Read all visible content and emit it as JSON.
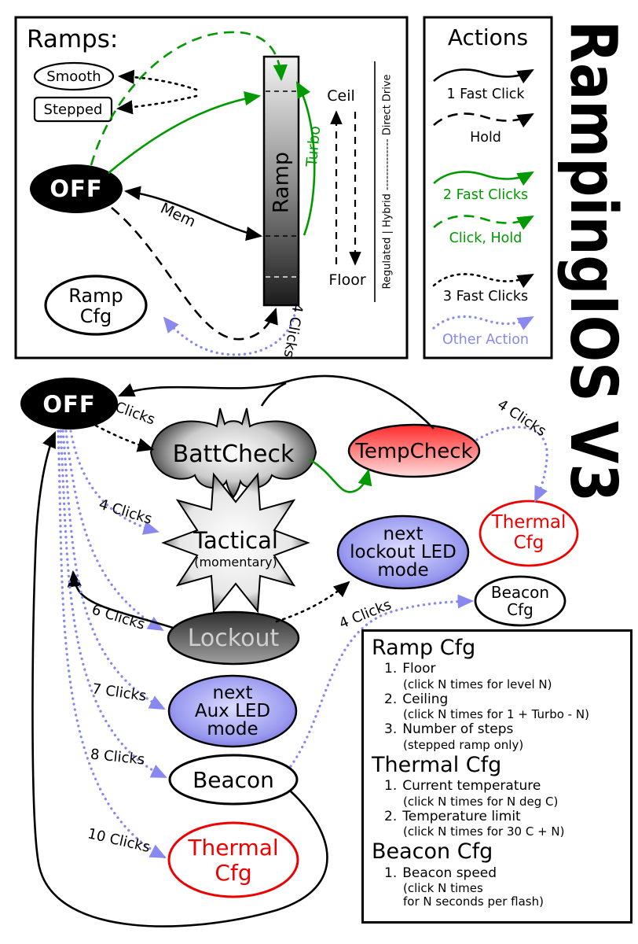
{
  "title": "RampingIOS V3",
  "colors": {
    "green": "#009900",
    "lavender": "#8888ee",
    "red": "#ee0000",
    "black": "#000000"
  },
  "ramps": {
    "title": "Ramps:",
    "smooth": "Smooth",
    "stepped": "Stepped",
    "off": "OFF",
    "bar_label": "Ramp",
    "ceil": "Ceil",
    "floor": "Floor",
    "turbo": "Turbo",
    "mem": "Mem",
    "drive_scale": "Regulated | Hybrid -------------- Direct Drive",
    "ramp_cfg": {
      "line1": "Ramp",
      "line2": "Cfg"
    },
    "label_4_clicks": "4 Clicks"
  },
  "actions": {
    "title": "Actions",
    "items": [
      {
        "label": "1 Fast Click",
        "style": "solid-black"
      },
      {
        "label": "Hold",
        "style": "dashed-black"
      },
      {
        "label": "2 Fast Clicks",
        "style": "solid-green"
      },
      {
        "label": "Click, Hold",
        "style": "dashed-green"
      },
      {
        "label": "3 Fast Clicks",
        "style": "dotted-black"
      },
      {
        "label": "Other Action",
        "style": "dotted-lavender"
      }
    ]
  },
  "diagram": {
    "off": "OFF",
    "battcheck": "BattCheck",
    "tempcheck": "TempCheck",
    "thermal_cfg": {
      "line1": "Thermal",
      "line2": "Cfg"
    },
    "tactical": {
      "line1": "Tactical",
      "line2": "(momentary)"
    },
    "lockout_led": {
      "line1": "next",
      "line2": "lockout LED",
      "line3": "mode"
    },
    "beacon_cfg": {
      "line1": "Beacon",
      "line2": "Cfg"
    },
    "lockout": "Lockout",
    "aux_led": {
      "line1": "next",
      "line2": "Aux LED",
      "line3": "mode"
    },
    "beacon": "Beacon",
    "thermal_cfg2": {
      "line1": "Thermal",
      "line2": "Cfg"
    },
    "labels": {
      "clicks3": "3 Clicks",
      "clicks4_tactical": "4 Clicks",
      "clicks6": "6 Clicks",
      "clicks7": "7 Clicks",
      "clicks8": "8 Clicks",
      "clicks10": "10 Clicks",
      "clicks4_thermal": "4 Clicks",
      "clicks4_beacon": "4 Clicks"
    }
  },
  "cfg": {
    "sections": [
      {
        "title": "Ramp Cfg",
        "items": [
          {
            "num": "1.",
            "text": "Floor",
            "sub": "(click N times for level N)"
          },
          {
            "num": "2.",
            "text": "Ceiling",
            "sub": "(click N times for 1 + Turbo - N)"
          },
          {
            "num": "3.",
            "text": "Number of steps",
            "sub": "(stepped ramp only)"
          }
        ]
      },
      {
        "title": "Thermal Cfg",
        "items": [
          {
            "num": "1.",
            "text": "Current temperature",
            "sub": "(click N times for N deg C)"
          },
          {
            "num": "2.",
            "text": "Temperature limit",
            "sub": "(click N times for 30 C + N)"
          }
        ]
      },
      {
        "title": "Beacon Cfg",
        "items": [
          {
            "num": "1.",
            "text": "Beacon speed",
            "sub": "(click N times\n for N seconds per flash)"
          }
        ]
      }
    ]
  }
}
